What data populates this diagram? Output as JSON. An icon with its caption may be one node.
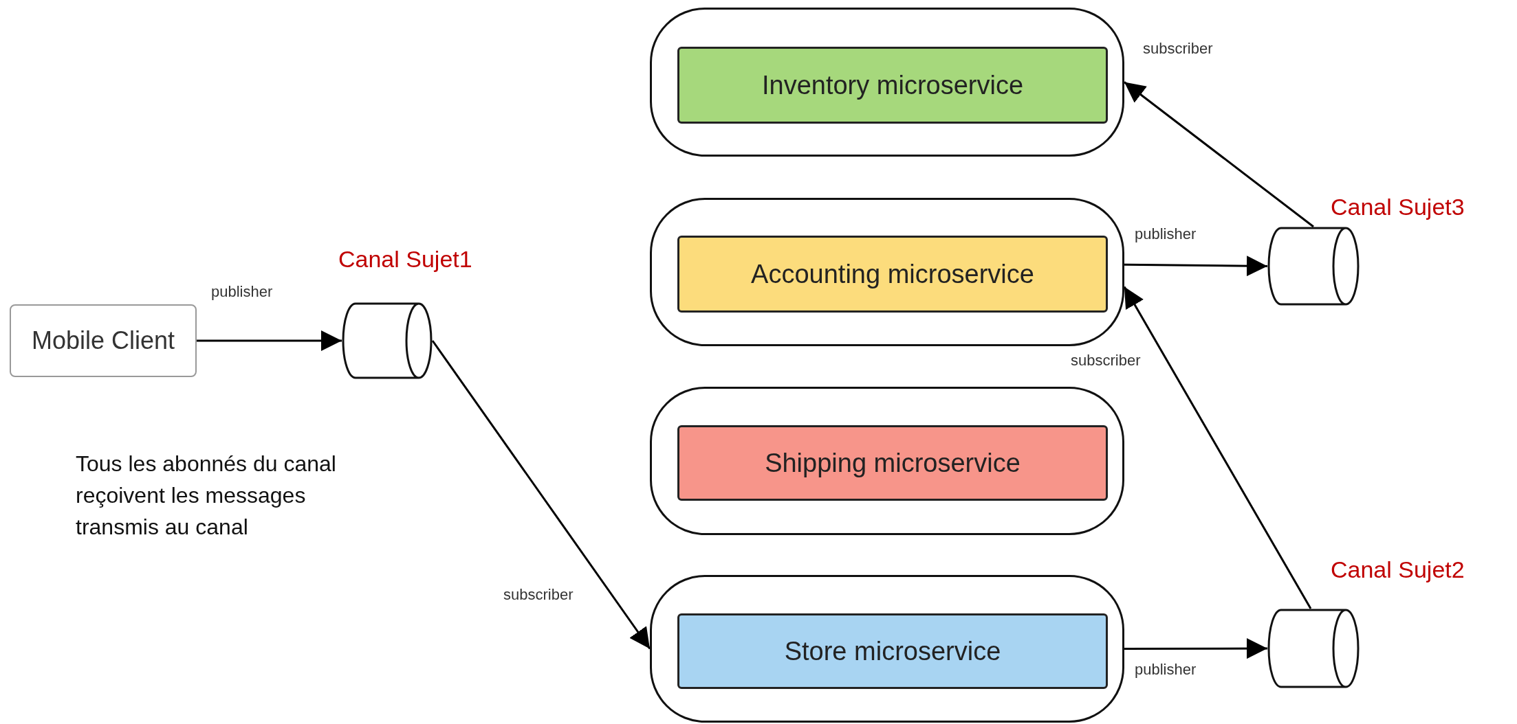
{
  "diagram": {
    "nodes": [
      {
        "text": [
          "Mobile Client"
        ]
      },
      {
        "text": [
          "Canal Sujet1"
        ]
      },
      {
        "text": [],
        "shape": "box"
      },
      {
        "text": [
          "Inventory microservice"
        ],
        "in": 2
      },
      {
        "text": [],
        "shape": "box"
      },
      {
        "text": [
          "Accounting microservice"
        ],
        "in": 4
      },
      {
        "text": [],
        "shape": "box"
      },
      {
        "text": [
          "Shipping microservice"
        ],
        "in": 6
      },
      {
        "text": [],
        "shape": "box"
      },
      {
        "text": [
          "Store microservice"
        ],
        "in": 8
      },
      {
        "text": [
          "Canal Sujet3"
        ]
      },
      {
        "text": [
          "Canal Sujet2"
        ]
      }
    ],
    "edges": [
      {
        "from": 0,
        "to": 1,
        "arrow": "to",
        "label": "publisher"
      },
      {
        "from": 1,
        "to": 8,
        "arrow": "to",
        "label": "subscriber"
      },
      {
        "from": 8,
        "to": 11,
        "arrow": "to",
        "label": "publisher"
      },
      {
        "from": 11,
        "to": 4,
        "arrow": "to",
        "label": "subscriber"
      },
      {
        "from": 4,
        "to": 10,
        "arrow": "to",
        "label": "publisher"
      },
      {
        "from": 10,
        "to": 2,
        "arrow": "to",
        "label": "subscriber"
      }
    ],
    "labels": [
      "Tous les abonnés du canal reçoivent les messages transmis au canal"
    ]
  }
}
